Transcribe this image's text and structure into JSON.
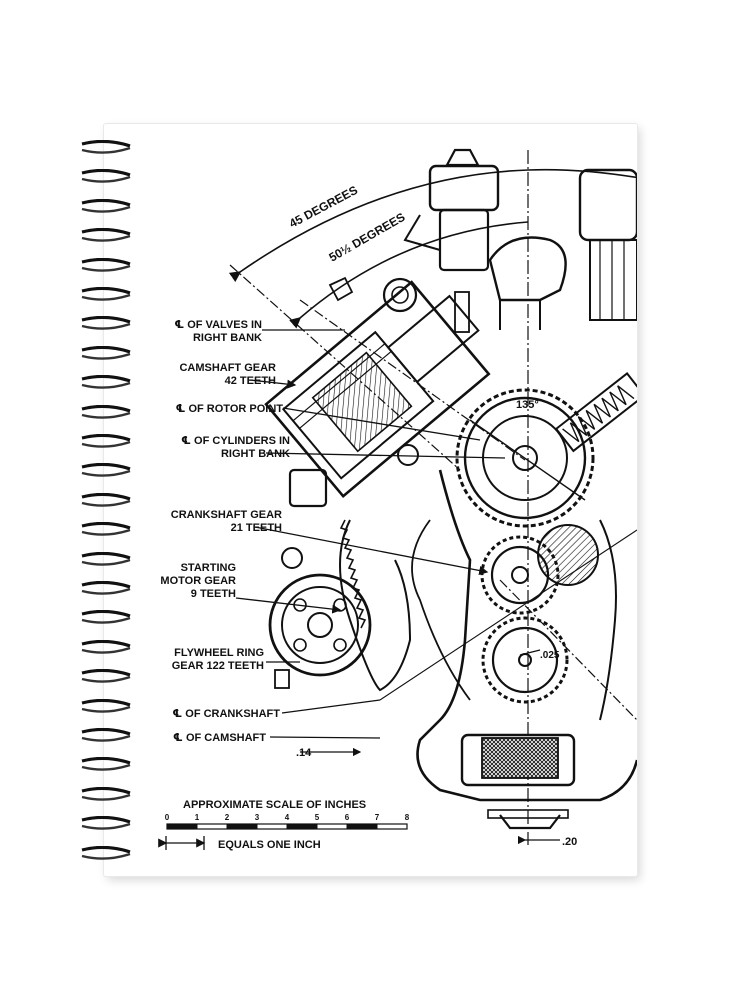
{
  "angles": {
    "bank_angle": "45 DEGREES",
    "offset_angle": "50½ DEGREES",
    "center_angle": "135°"
  },
  "callouts": [
    [
      "℄ OF VALVES IN",
      "RIGHT BANK"
    ],
    [
      "CAMSHAFT GEAR",
      "42 TEETH"
    ],
    [
      "℄ OF ROTOR POINT"
    ],
    [
      "℄ OF CYLINDERS IN",
      "RIGHT BANK"
    ],
    [
      "CRANKSHAFT GEAR",
      "21 TEETH"
    ],
    [
      "STARTING",
      "MOTOR GEAR",
      "9 TEETH"
    ],
    [
      "FLYWHEEL RING",
      "GEAR 122 TEETH"
    ],
    [
      "℄ OF CRANKSHAFT"
    ],
    [
      "℄ OF CAMSHAFT"
    ]
  ],
  "dimensions": {
    "dim_14": ".14",
    "dim_025": ".025",
    "dim_20": ".20"
  },
  "scale": {
    "title": "APPROXIMATE SCALE OF INCHES",
    "ticks": [
      "0",
      "1",
      "2",
      "3",
      "4",
      "5",
      "6",
      "7",
      "8"
    ],
    "equals_label": "EQUALS ONE INCH"
  }
}
